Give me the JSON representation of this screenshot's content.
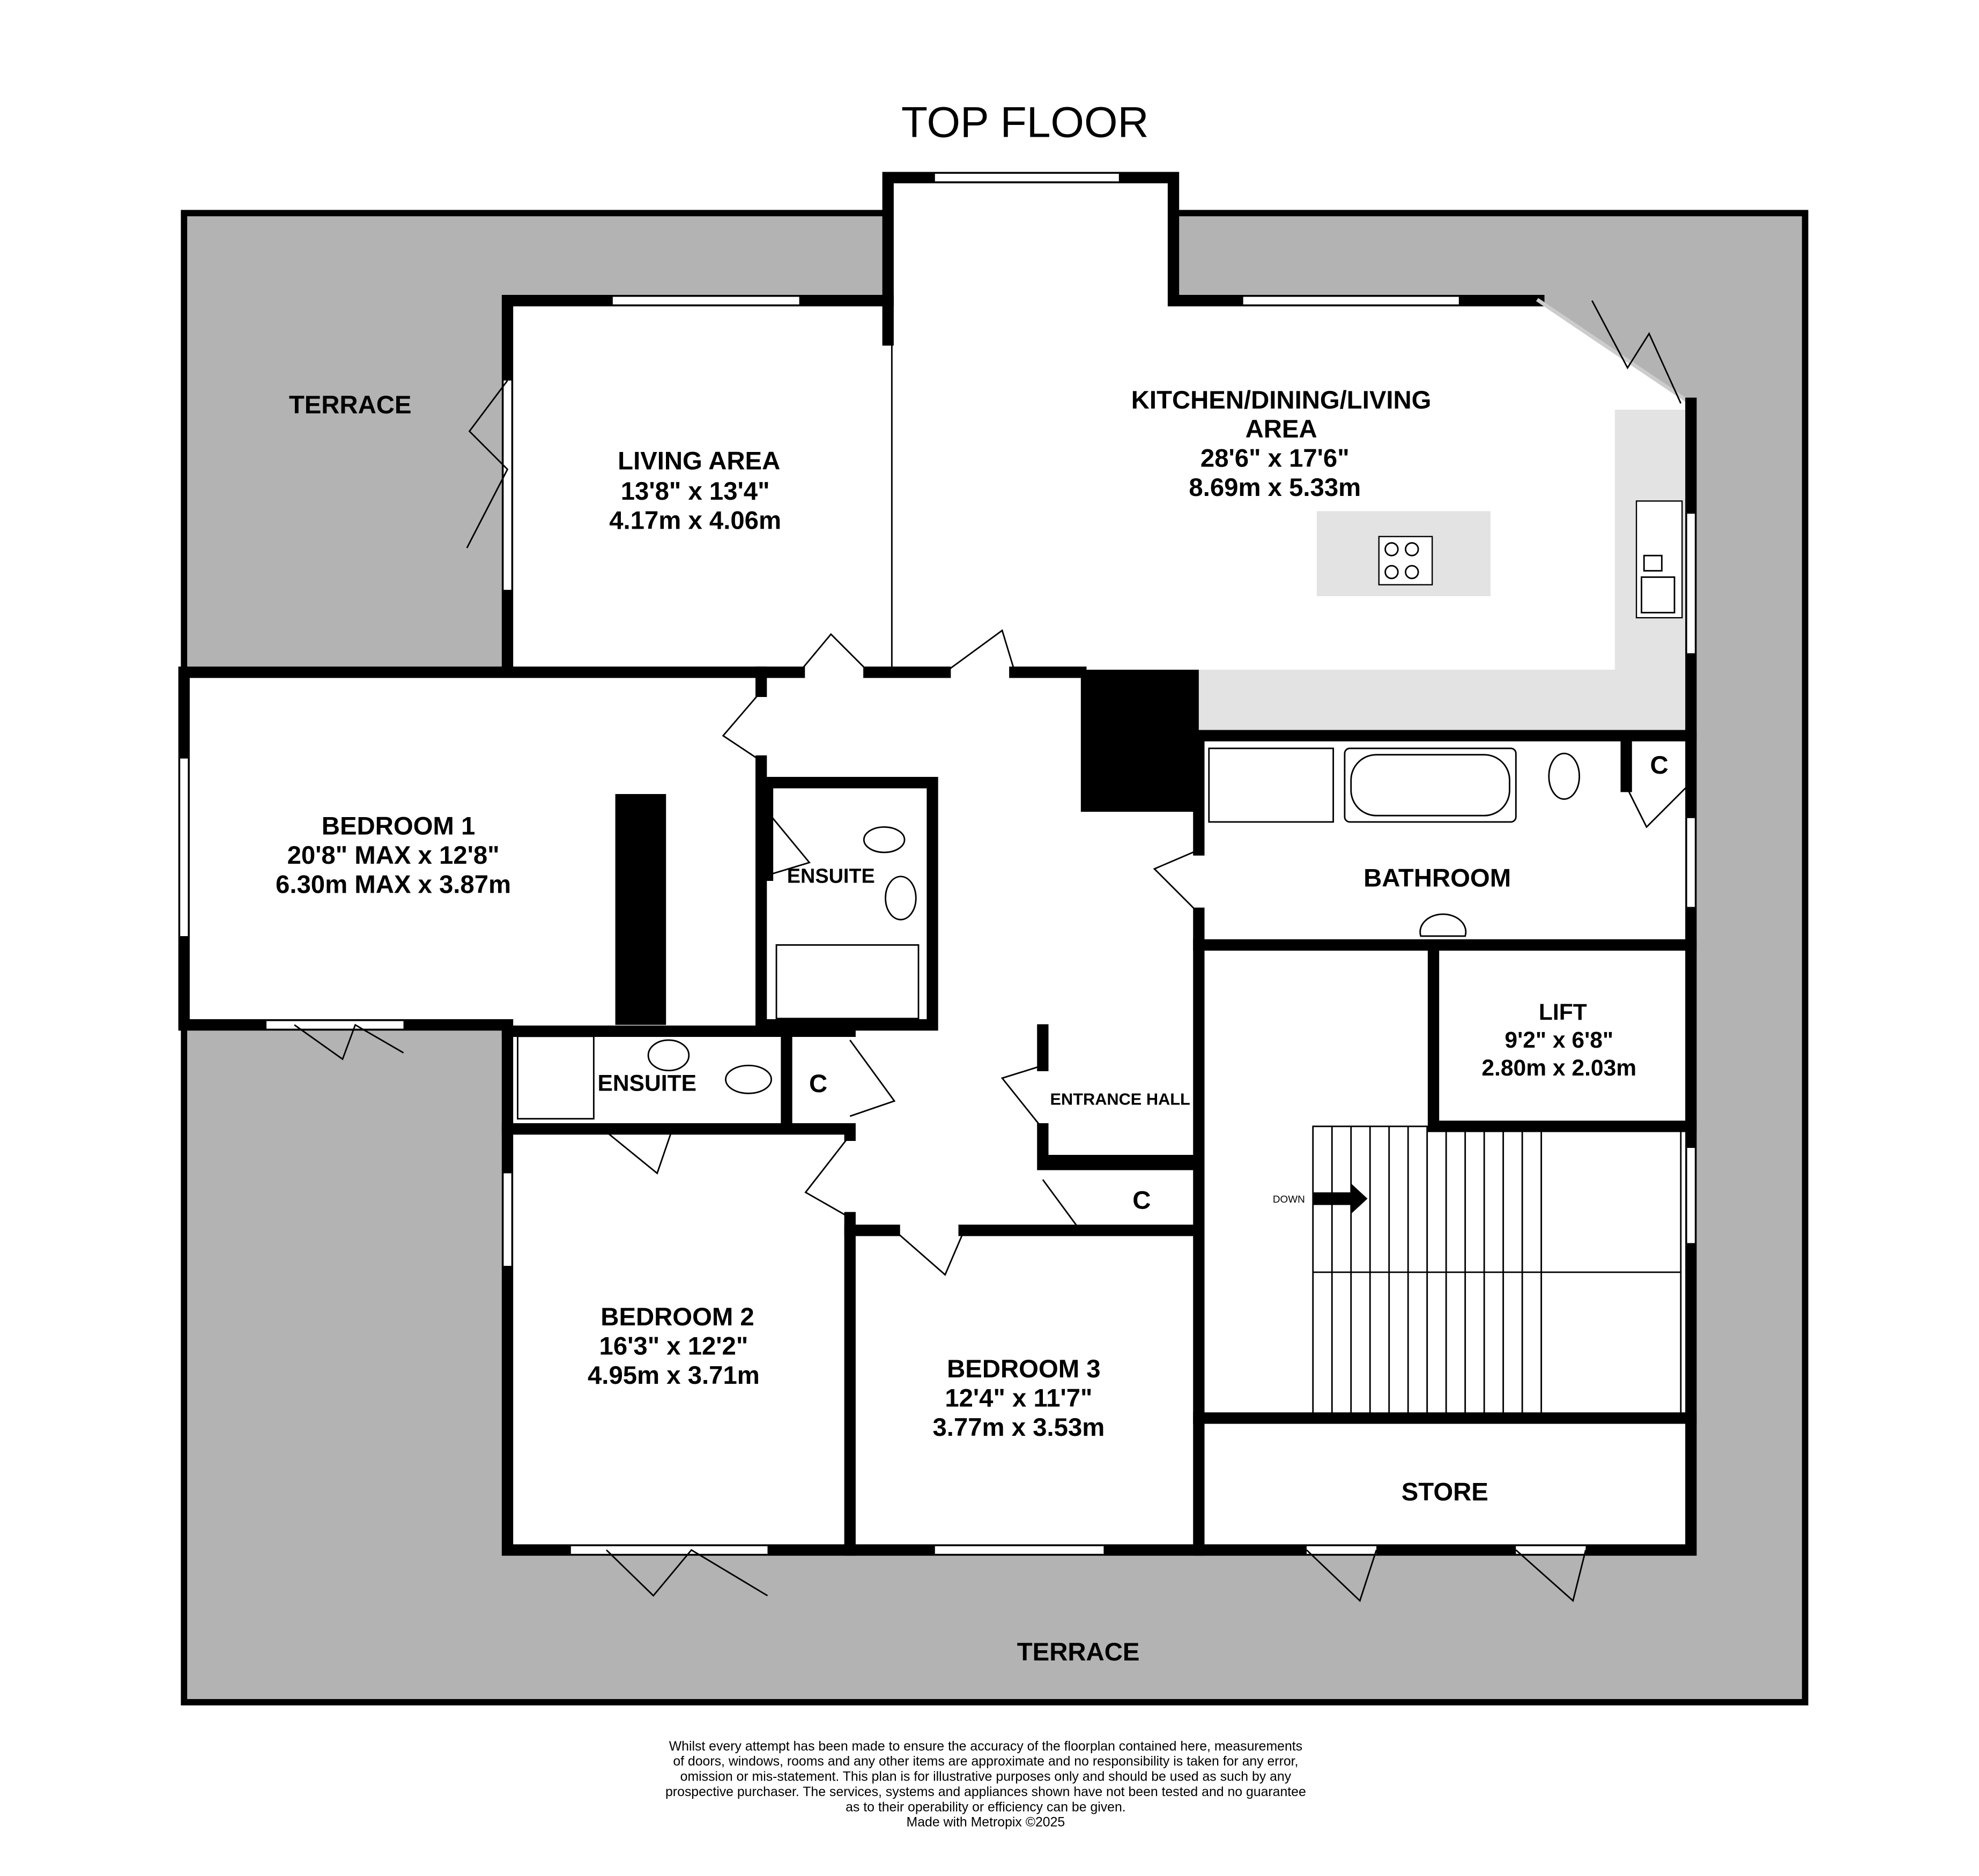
{
  "title": "TOP FLOOR",
  "colors": {
    "terrace": "#b3b3b3",
    "kitchen_counter": "#e3e3e3",
    "wall": "#000000"
  },
  "rooms": {
    "terrace_top": {
      "name": "TERRACE"
    },
    "terrace_bottom": {
      "name": "TERRACE"
    },
    "living": {
      "name": "LIVING AREA",
      "imperial": "13'8\"  x 13'4\"",
      "metric": "4.17m  x 4.06m"
    },
    "kitchen": {
      "name_line1": "KITCHEN/DINING/LIVING",
      "name_line2": "AREA",
      "imperial": "28'6\"  x 17'6\"",
      "metric": "8.69m  x 5.33m"
    },
    "bedroom1": {
      "name": "BEDROOM 1",
      "imperial": "20'8\" MAX x 12'8\"",
      "metric": "6.30m MAX x 3.87m"
    },
    "ensuite1": {
      "name": "ENSUITE"
    },
    "ensuite2": {
      "name": "ENSUITE"
    },
    "cupboard1": {
      "name": "C"
    },
    "cupboard2": {
      "name": "C"
    },
    "cupboard3": {
      "name": "C"
    },
    "bathroom": {
      "name": "BATHROOM"
    },
    "lift": {
      "name": "LIFT",
      "imperial": "9'2\"  x 6'8\"",
      "metric": "2.80m  x 2.03m"
    },
    "entrance_hall": {
      "name": "ENTRANCE HALL"
    },
    "stairs": {
      "label": "DOWN"
    },
    "bedroom2": {
      "name": "BEDROOM 2",
      "imperial": "16'3\"  x 12'2\"",
      "metric": "4.95m  x 3.71m"
    },
    "bedroom3": {
      "name": "BEDROOM 3",
      "imperial": "12'4\"  x 11'7\"",
      "metric": "3.77m  x 3.53m"
    },
    "store": {
      "name": "STORE"
    }
  },
  "disclaimer": [
    "Whilst every attempt has been made to ensure the accuracy of the floorplan contained here, measurements",
    "of doors, windows, rooms and any other items are approximate and no responsibility is taken for any error,",
    "omission or mis-statement. This plan is for illustrative purposes only and should be used as such by any",
    "prospective purchaser. The services, systems and appliances shown have not been tested and no guarantee",
    "as to their operability or efficiency can be given."
  ],
  "credit": "Made with Metropix ©2025"
}
